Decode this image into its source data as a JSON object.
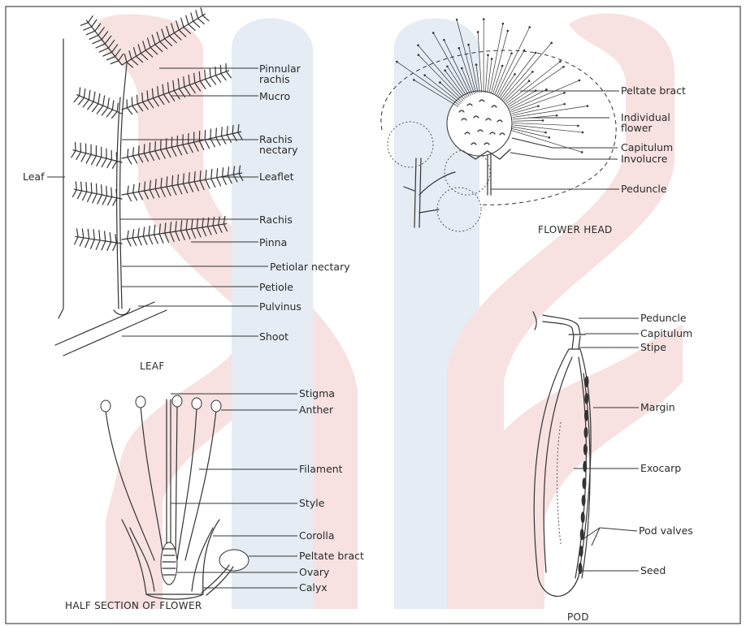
{
  "panels": {
    "leaf": {
      "caption": "LEAF",
      "labels": {
        "pinnular_rachis_1": "Pinnular",
        "pinnular_rachis_2": "rachis",
        "mucro": "Mucro",
        "rachis_nectary_1": "Rachis",
        "rachis_nectary_2": "nectary",
        "leaf": "Leaf",
        "leaflet": "Leaflet",
        "rachis": "Rachis",
        "pinna": "Pinna",
        "petiolar_nectary": "Petiolar nectary",
        "petiole": "Petiole",
        "pulvinus": "Pulvinus",
        "shoot": "Shoot"
      }
    },
    "flower_head": {
      "caption": "FLOWER HEAD",
      "labels": {
        "peltate_bract": "Peltate bract",
        "individual_flower_1": "Individual",
        "individual_flower_2": "flower",
        "capitulum": "Capitulum",
        "involucre": "Involucre",
        "peduncle": "Peduncle"
      }
    },
    "half_section": {
      "caption": "HALF SECTION OF FLOWER",
      "labels": {
        "stigma": "Stigma",
        "anther": "Anther",
        "filament": "Filament",
        "style": "Style",
        "corolla": "Corolla",
        "peltate_bract": "Peltate bract",
        "ovary": "Ovary",
        "calyx": "Calyx"
      }
    },
    "pod": {
      "caption": "POD",
      "labels": {
        "peduncle": "Peduncle",
        "capitulum": "Capitulum",
        "stipe": "Stipe",
        "margin": "Margin",
        "exocarp": "Exocarp",
        "pod_valves": "Pod valves",
        "seed": "Seed"
      }
    }
  },
  "colors": {
    "watermark_pink": "#f7dede",
    "watermark_blue": "#e3ebf2",
    "ink": "#333333"
  }
}
